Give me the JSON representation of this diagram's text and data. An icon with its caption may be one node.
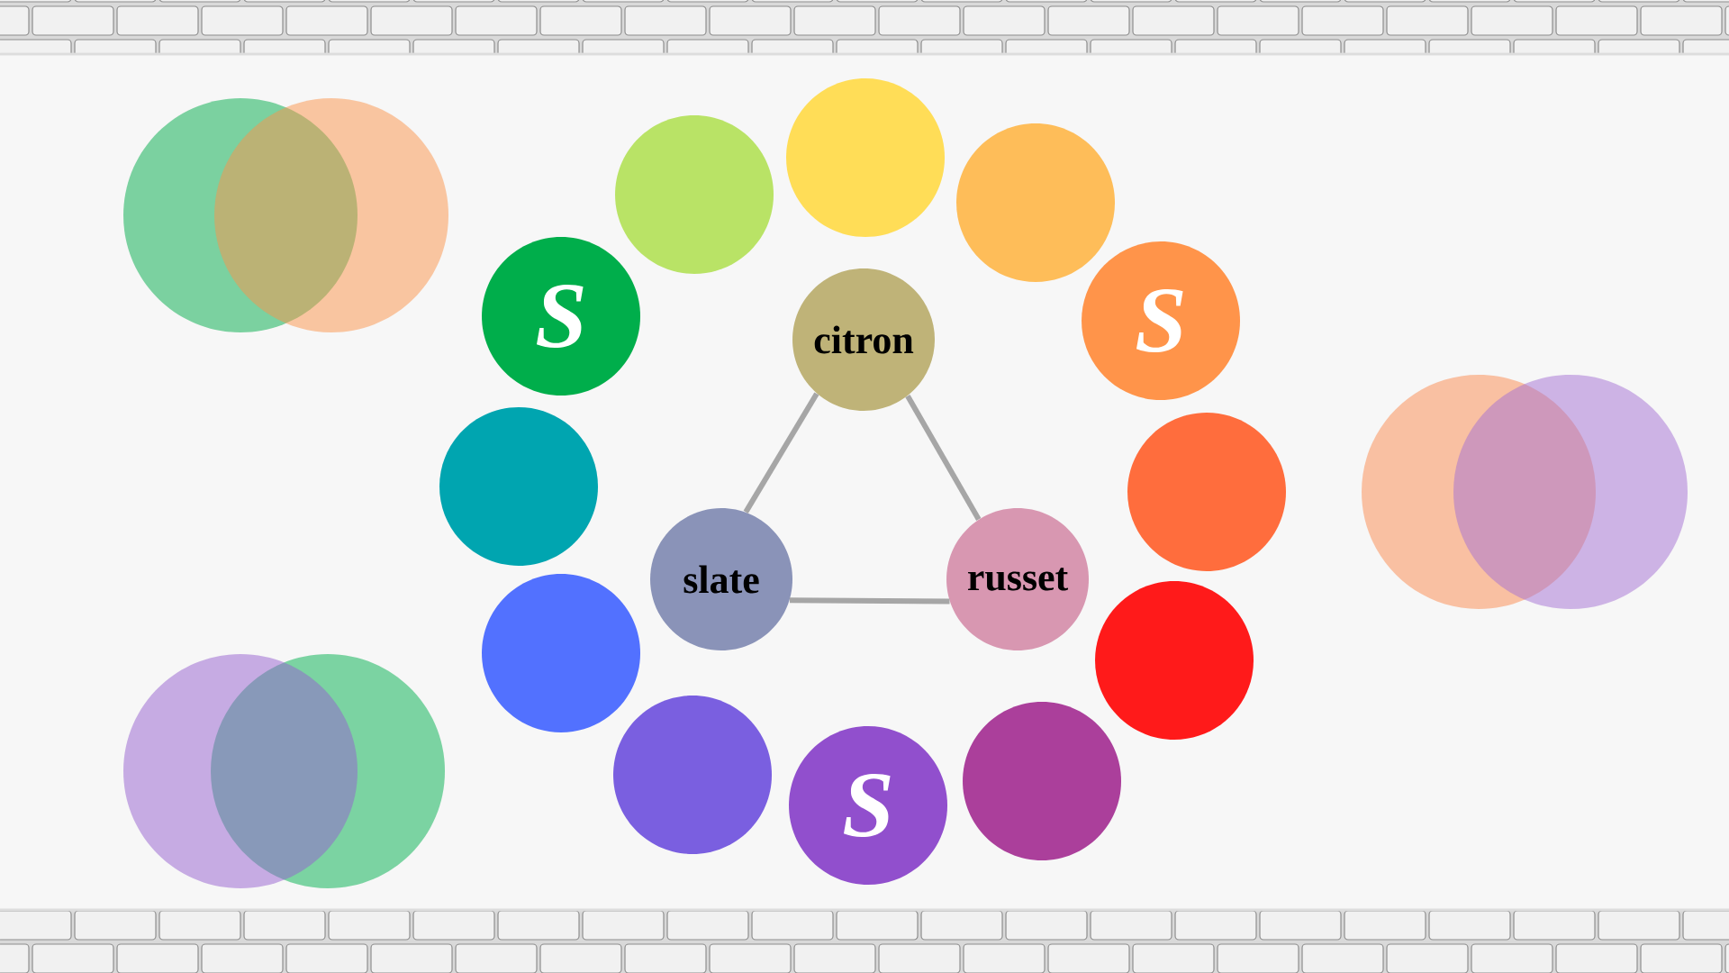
{
  "diagram": {
    "nodes": [
      {
        "text": [],
        "shape": "circle"
      },
      {
        "text": [],
        "shape": "circle"
      },
      {
        "text": [
          "S"
        ]
      },
      {
        "text": [],
        "shape": "circle"
      },
      {
        "text": [],
        "shape": "circle"
      },
      {
        "text": [],
        "shape": "circle"
      },
      {
        "text": [
          "S"
        ]
      },
      {
        "text": [],
        "shape": "circle"
      },
      {
        "text": [],
        "shape": "circle"
      },
      {
        "text": [],
        "shape": "circle"
      },
      {
        "text": [
          "S"
        ]
      },
      {
        "text": [],
        "shape": "circle"
      },
      {
        "text": [
          "citron"
        ]
      },
      {
        "text": [
          "slate"
        ]
      },
      {
        "text": [
          "russet"
        ]
      },
      {
        "text": [],
        "shape": "circle"
      },
      {
        "text": [],
        "shape": "circle"
      },
      {
        "text": [],
        "shape": "circle"
      },
      {
        "text": [],
        "shape": "circle"
      },
      {
        "text": [],
        "shape": "circle"
      },
      {
        "text": [],
        "shape": "circle"
      }
    ],
    "edges": [
      {
        "from": 12,
        "to": 13,
        "arrow": "none"
      },
      {
        "from": 12,
        "to": 14,
        "arrow": "none"
      },
      {
        "from": 13,
        "to": 14,
        "arrow": "none"
      }
    ]
  }
}
